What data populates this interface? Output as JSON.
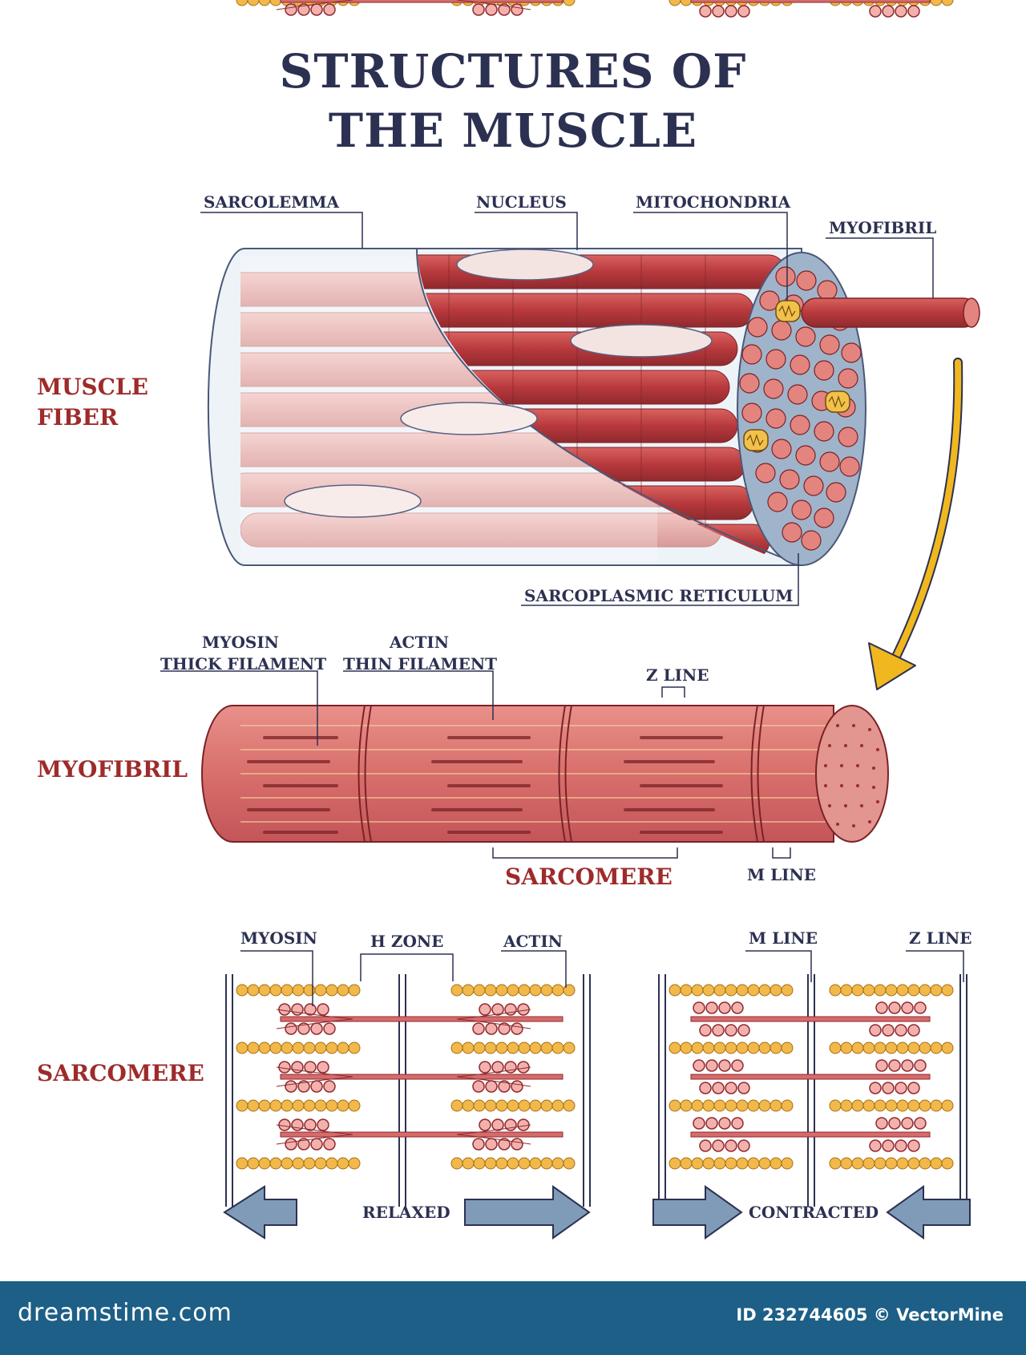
{
  "title_line1": "STRUCTURES OF",
  "title_line2": "THE MUSCLE",
  "sections": {
    "muscle_fiber_line1": "MUSCLE",
    "muscle_fiber_line2": "FIBER",
    "myofibril": "MYOFIBRIL",
    "sarcomere": "SARCOMERE"
  },
  "fiber_labels": {
    "sarcolemma": "SARCOLEMMA",
    "nucleus": "NUCLEUS",
    "mitochondria": "MITOCHONDRIA",
    "myofibril": "MYOFIBRIL",
    "sarcoplasmic_reticulum": "SARCOPLASMIC RETICULUM"
  },
  "myofibril_labels": {
    "myosin_line1": "MYOSIN",
    "myosin_line2": "THICK FILAMENT",
    "actin_line1": "ACTIN",
    "actin_line2": "THIN FILAMENT",
    "z_line": "Z LINE",
    "sarcomere": "SARCOMERE",
    "m_line": "M LINE"
  },
  "sarcomere_labels": {
    "myosin": "MYOSIN",
    "h_zone": "H ZONE",
    "actin": "ACTIN",
    "m_line": "M LINE",
    "z_line": "Z LINE",
    "relaxed": "RELAXED",
    "contracted": "CONTRACTED"
  },
  "footer": {
    "brand": "dreamstime.com",
    "credit": "ID 232744605 © VectorMine"
  },
  "colors": {
    "title": "#2c3152",
    "section": "#9e2b2b",
    "muscle_red": "#c4484c",
    "muscle_pink": "#e3847f",
    "actin_orange": "#f2b84a",
    "arrow_gold": "#f0b81e",
    "arrow_blue": "#7f9bb8",
    "footer_bg": "#1d5f86"
  }
}
